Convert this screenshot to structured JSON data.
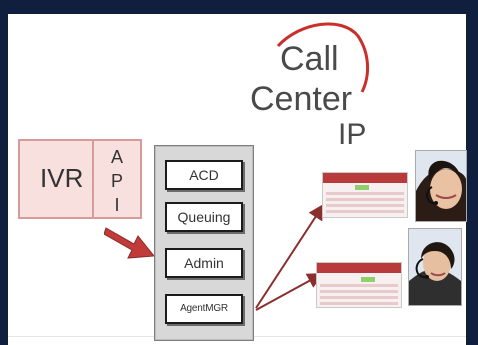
{
  "title": {
    "line1": "Call",
    "line2": "Center",
    "line3": "IP"
  },
  "ivr": {
    "label": "IVR",
    "api_letters": [
      "A",
      "P",
      "I"
    ]
  },
  "stack": {
    "blocks": [
      "ACD",
      "Queuing",
      "Admin",
      "AgentMGR"
    ]
  },
  "colors": {
    "frame": "#0f1f3d",
    "ivr_fill": "#f7e0de",
    "ivr_border": "#d99a9a",
    "arrow": "#c23b3b",
    "connector": "#8a2e2e",
    "arc": "#c9302c"
  },
  "icons": {
    "agent_photo_1": "agent-headset-photo",
    "agent_photo_2": "agent-headset-photo"
  }
}
